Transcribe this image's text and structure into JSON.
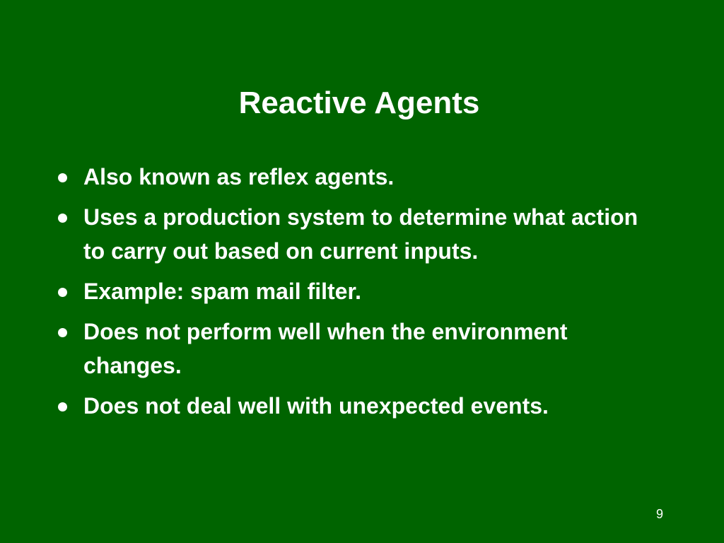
{
  "slide": {
    "title": "Reactive Agents",
    "bullets": [
      "Also known as reflex agents.",
      "Uses a production system to determine what action to carry out based on current inputs.",
      "Example: spam mail filter.",
      "Does not perform well when the environment changes.",
      "Does not deal well with unexpected events."
    ],
    "page_number": "9"
  },
  "colors": {
    "background": "#006400",
    "text": "#ffffff"
  }
}
